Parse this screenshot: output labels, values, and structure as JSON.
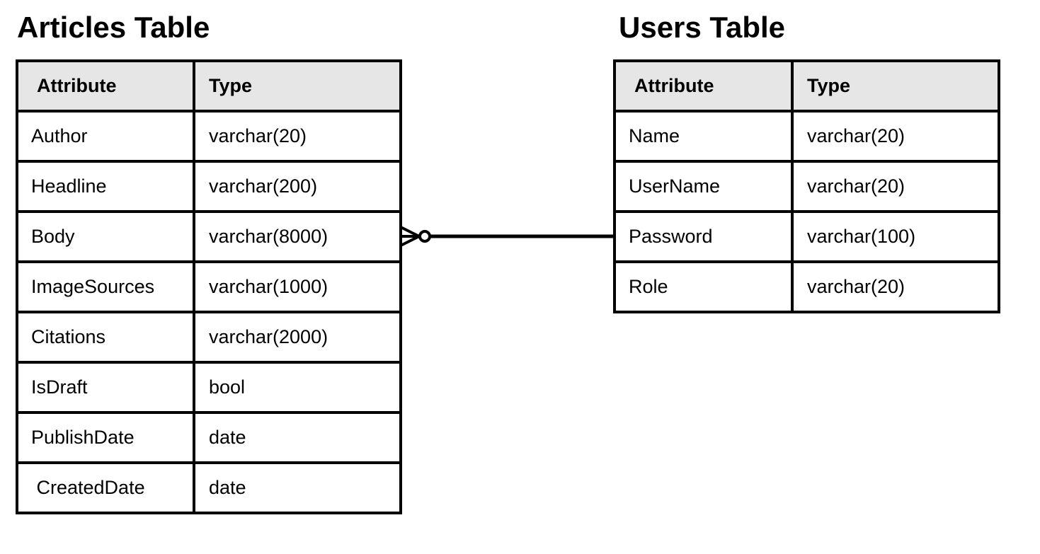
{
  "articles": {
    "title": "Articles Table",
    "headers": {
      "attribute": "Attribute",
      "type": "Type"
    },
    "rows": [
      {
        "attribute": "Author",
        "type": "varchar(20)"
      },
      {
        "attribute": "Headline",
        "type": "varchar(200)"
      },
      {
        "attribute": "Body",
        "type": "varchar(8000)"
      },
      {
        "attribute": "ImageSources",
        "type": "varchar(1000)"
      },
      {
        "attribute": "Citations",
        "type": "varchar(2000)"
      },
      {
        "attribute": "IsDraft",
        "type": "bool"
      },
      {
        "attribute": "PublishDate",
        "type": "date"
      },
      {
        "attribute": " CreatedDate",
        "type": "date"
      }
    ]
  },
  "users": {
    "title": "Users Table",
    "headers": {
      "attribute": "Attribute",
      "type": "Type"
    },
    "rows": [
      {
        "attribute": "Name",
        "type": "varchar(20)"
      },
      {
        "attribute": "UserName",
        "type": "varchar(20)"
      },
      {
        "attribute": "Password",
        "type": "varchar(100)"
      },
      {
        "attribute": "Role",
        "type": "varchar(20)"
      }
    ]
  },
  "relationship": {
    "from": "articles.Body",
    "to": "users.Password",
    "cardinality_articles_end": "zero-or-many",
    "cardinality_users_end": "one"
  },
  "colors": {
    "header_background": "#e6e6e6",
    "border": "#000000",
    "text": "#000000",
    "background": "#ffffff"
  }
}
